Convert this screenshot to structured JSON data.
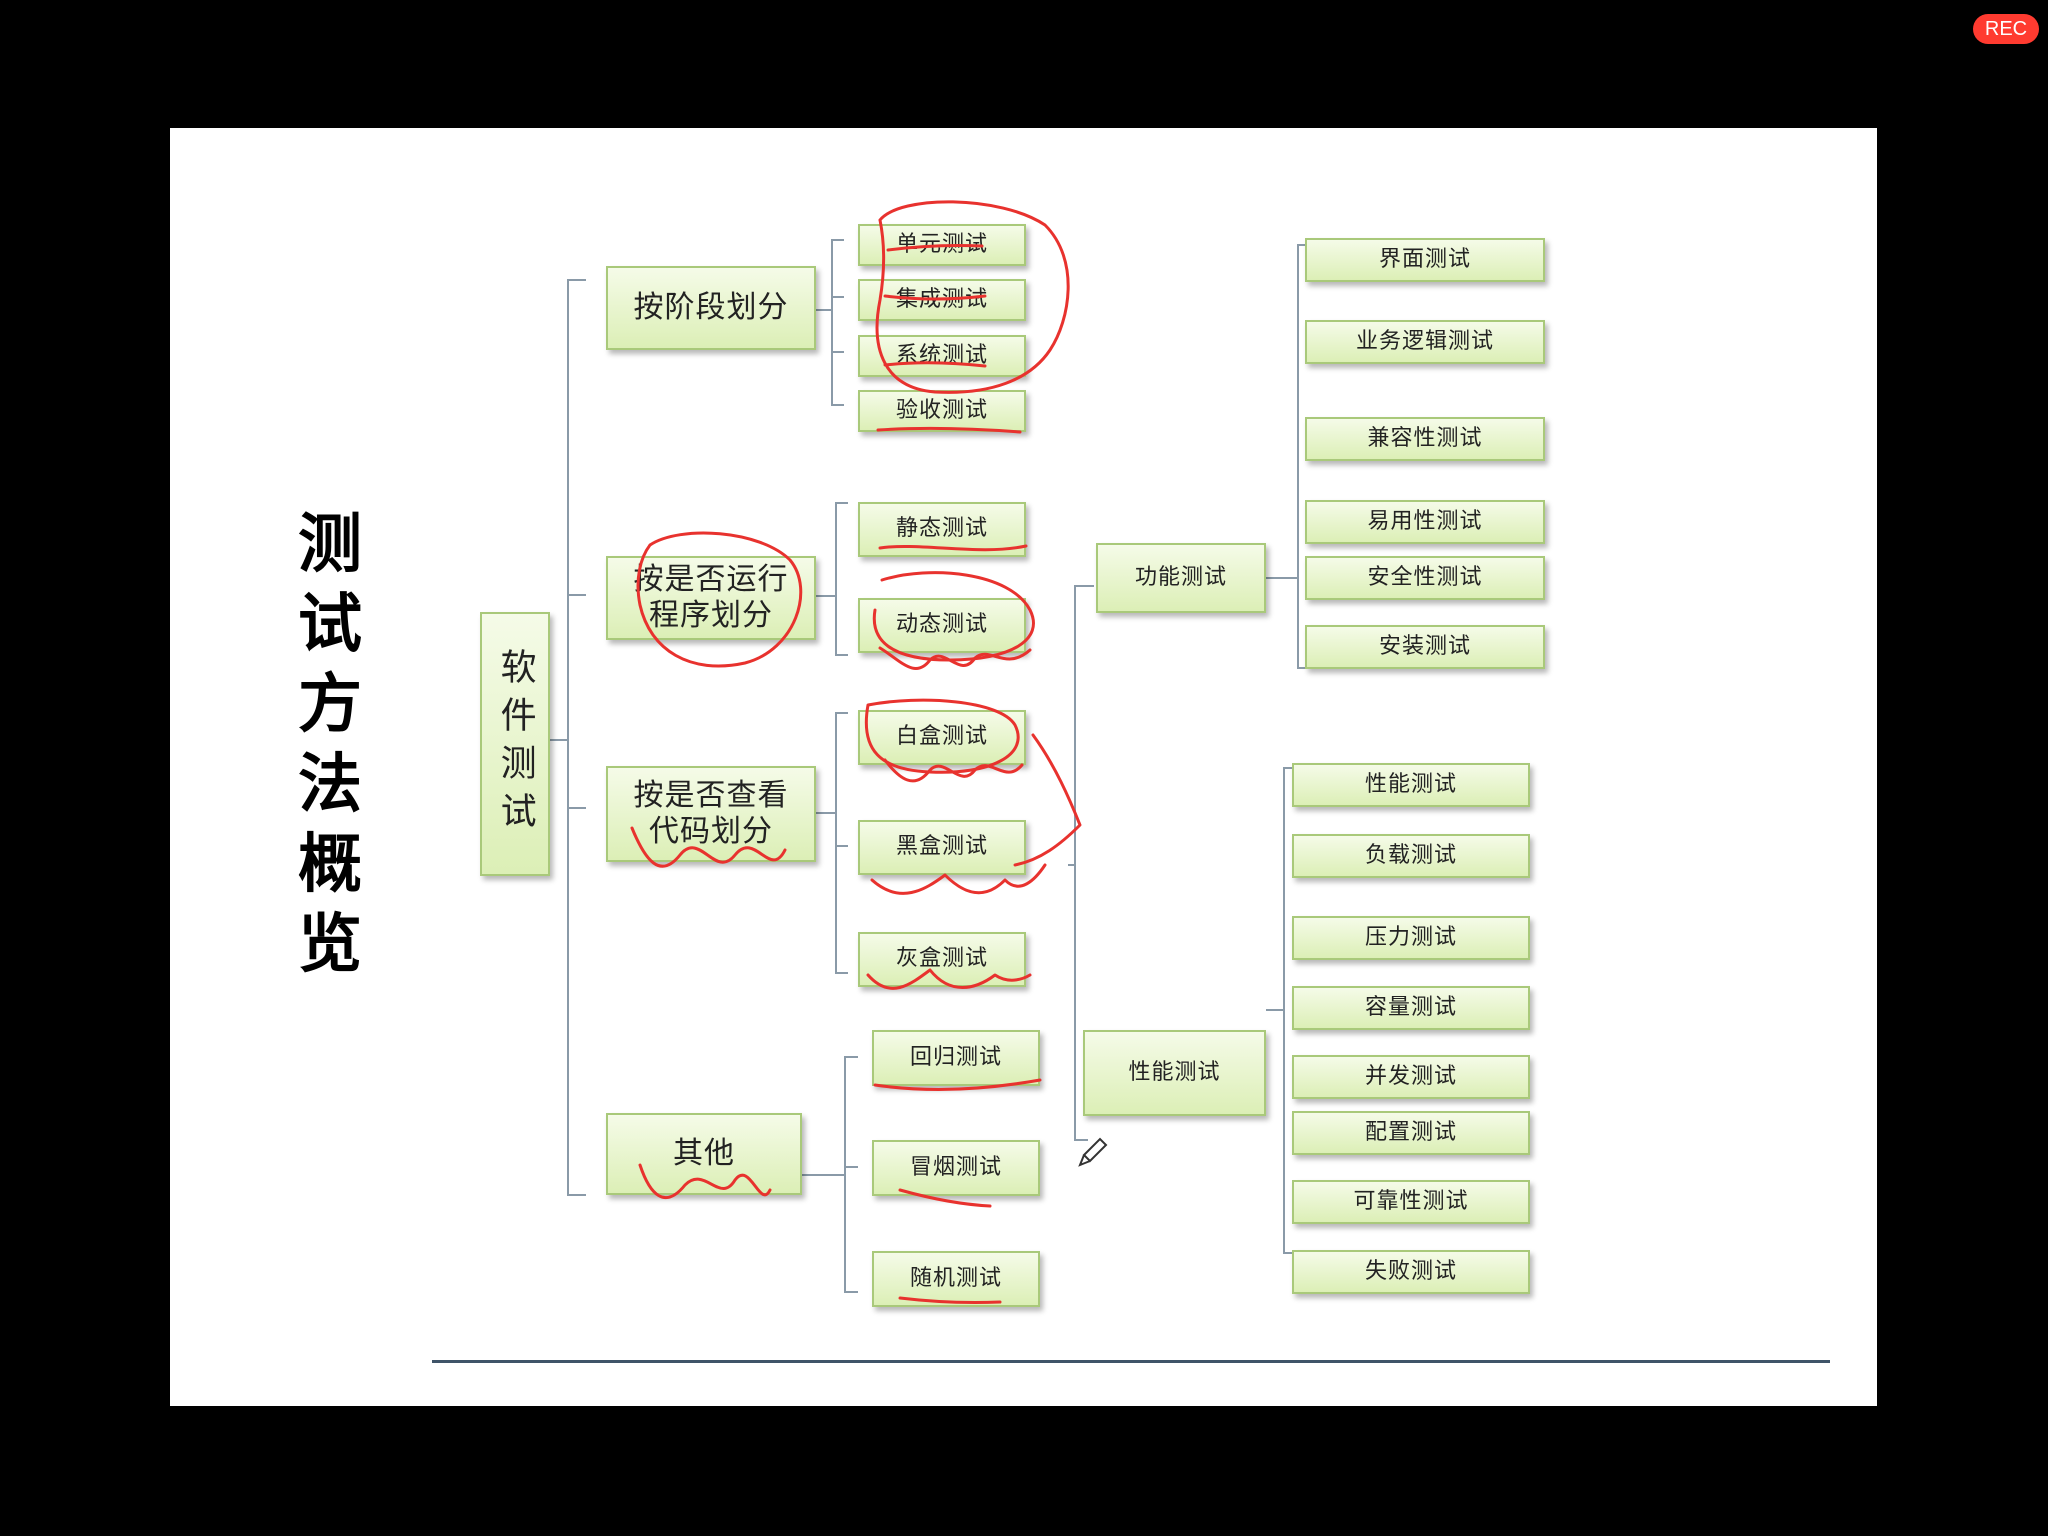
{
  "recorder_badge": "REC",
  "title_chars": [
    "测",
    "试",
    "方",
    "法",
    "概",
    "览"
  ],
  "root": "软件测试",
  "groups": {
    "stage": {
      "label": "按阶段划分",
      "items": [
        "单元测试",
        "集成测试",
        "系统测试",
        "验收测试"
      ]
    },
    "run": {
      "label_line1": "按是否运行",
      "label_line2": "程序划分",
      "items": [
        "静态测试",
        "动态测试"
      ]
    },
    "code": {
      "label_line1": "按是否查看",
      "label_line2": "代码划分",
      "items": [
        "白盒测试",
        "黑盒测试",
        "灰盒测试"
      ]
    },
    "other": {
      "label": "其他",
      "items": [
        "回归测试",
        "冒烟测试",
        "随机测试"
      ]
    }
  },
  "functional": {
    "label": "功能测试",
    "items": [
      "界面测试",
      "业务逻辑测试",
      "兼容性测试",
      "易用性测试",
      "安全性测试",
      "安装测试"
    ]
  },
  "performance": {
    "label": "性能测试",
    "items": [
      "性能测试",
      "负载测试",
      "压力测试",
      "容量测试",
      "并发测试",
      "配置测试",
      "可靠性测试",
      "失败测试"
    ]
  },
  "colors": {
    "node_fill": "#dcefb6",
    "node_border": "#a9c97a",
    "connector": "#8a9aa8",
    "annotation_ink": "#e8322e",
    "rec_badge": "#ff3b30"
  }
}
